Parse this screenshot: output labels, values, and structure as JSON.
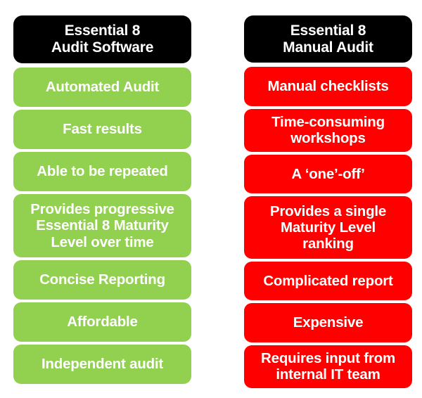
{
  "diagram": {
    "title": "Essential 8 Audit Software vs Manual Audit comparison",
    "colors": {
      "header_background": "#000000",
      "positive_background": "#92D050",
      "negative_background": "#FF0000",
      "text": "#FFFFFF",
      "page_background": "#FFFFFF"
    },
    "columns": [
      {
        "id": "audit-software",
        "header": "Essential 8\nAudit Software",
        "header_lines": [
          "Essential 8",
          "Audit Software"
        ],
        "tone": "positive",
        "items": [
          {
            "text": "Automated Audit",
            "lines": 1
          },
          {
            "text": "Fast results",
            "lines": 1
          },
          {
            "text": "Able to be repeated",
            "lines": 1
          },
          {
            "text": "Provides progressive\nEssential 8 Maturity\nLevel over time",
            "lines": 3
          },
          {
            "text": "Concise Reporting",
            "lines": 1
          },
          {
            "text": "Affordable",
            "lines": 1
          },
          {
            "text": "Independent audit",
            "lines": 1
          }
        ]
      },
      {
        "id": "manual-audit",
        "header": "Essential 8\nManual Audit",
        "header_lines": [
          "Essential 8",
          "Manual Audit"
        ],
        "tone": "negative",
        "items": [
          {
            "text": "Manual checklists",
            "lines": 1
          },
          {
            "text": "Time-consuming\nworkshops",
            "lines": 2
          },
          {
            "text": "A ‘one’-off’",
            "lines": 1
          },
          {
            "text": "Provides a single\nMaturity Level\nranking",
            "lines": 3
          },
          {
            "text": "Complicated report",
            "lines": 1
          },
          {
            "text": "Expensive",
            "lines": 1
          },
          {
            "text": "Requires input from\ninternal IT team",
            "lines": 2
          }
        ]
      }
    ]
  }
}
